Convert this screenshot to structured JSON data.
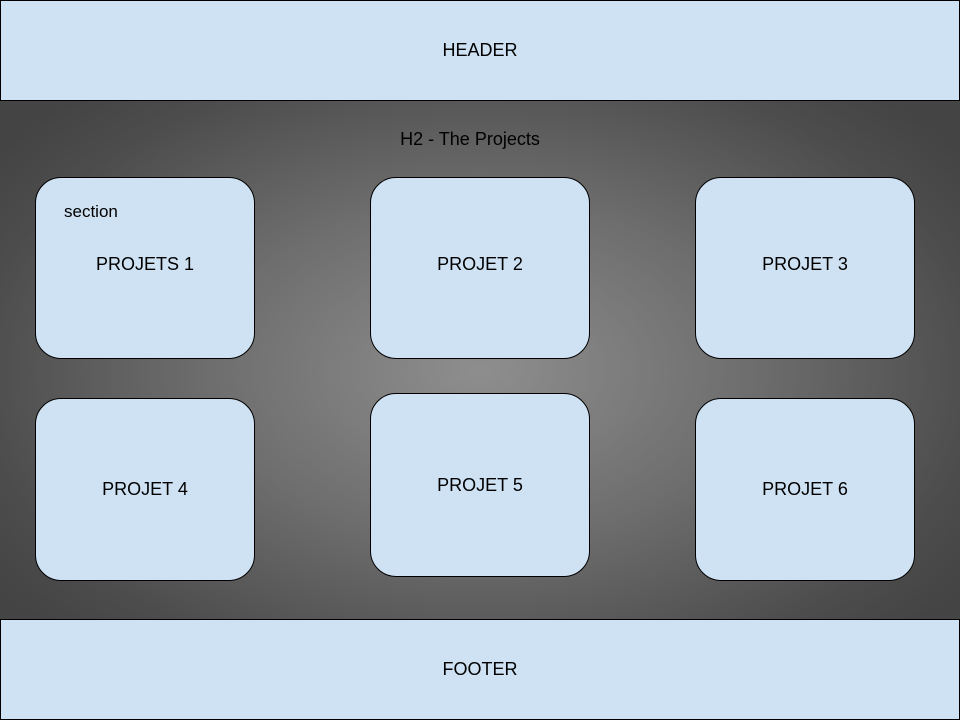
{
  "header": {
    "label": "HEADER"
  },
  "main": {
    "heading": "H2 - The Projects",
    "section_label": "section",
    "projects": [
      {
        "label": "PROJETS 1"
      },
      {
        "label": "PROJET 2"
      },
      {
        "label": "PROJET 3"
      },
      {
        "label": "PROJET 4"
      },
      {
        "label": "PROJET 5"
      },
      {
        "label": "PROJET 6"
      }
    ]
  },
  "footer": {
    "label": "FOOTER"
  },
  "colors": {
    "box_fill": "#cfe2f3",
    "outline": "#000000",
    "background_center": "#8e8e8e",
    "background_edge": "#444444"
  }
}
